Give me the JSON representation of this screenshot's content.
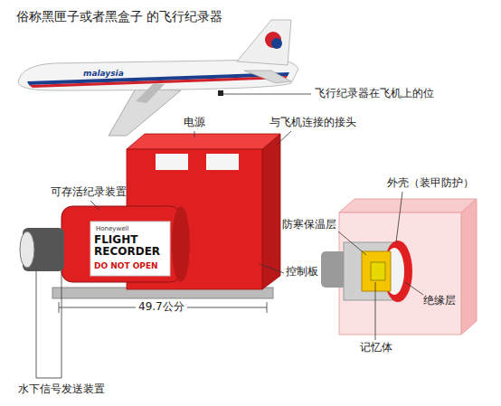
{
  "diagram": {
    "title": "俗称黑匣子或者黑盒子 的飞行纪录器",
    "labels": [
      "飞行纪录器在飞机上的位",
      "电源",
      "与飞机连接的接头",
      "可存活纪录装置",
      "Honeywell",
      "FLIGHT RECORDER",
      "DO NOT OPEN",
      "控制板",
      "49.7公分",
      "水下信号发送装置",
      "外壳（装甲防护）",
      "防寒保温层",
      "绝缘层",
      "记忆体",
      "malaysia"
    ]
  }
}
